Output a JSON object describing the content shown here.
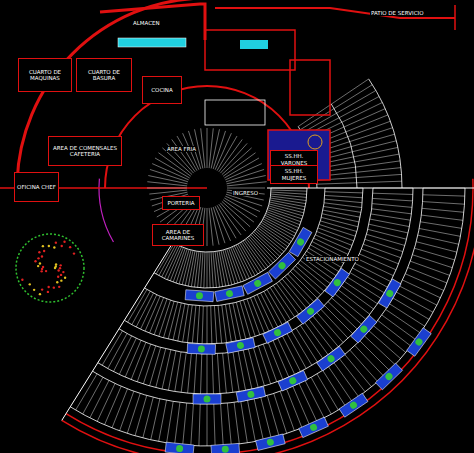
{
  "diagram": {
    "nodes": [
      {
        "text": [
          "CUARTO DE MAQUINAS"
        ]
      },
      {
        "text": [
          "CUARTO DE BASURA"
        ]
      },
      {
        "text": [
          "COCINA"
        ]
      },
      {
        "text": [
          "AREA DE COMENSALES CAFETERIA"
        ]
      },
      {
        "text": [
          "OFICINA CHEF"
        ]
      },
      {
        "text": [
          "SS.HH. VARONES"
        ]
      },
      {
        "text": [
          "SS.HH. MUJERES"
        ]
      },
      {
        "text": [
          "PORTERIA"
        ]
      },
      {
        "text": [
          "AREA DE CAMARINES"
        ]
      }
    ],
    "edges": [],
    "labels": [
      "ALMACEN",
      "PATIO DE SERVICIO",
      "AREA FRIA",
      "ESTACIONAMIENTO",
      "INGRESO"
    ]
  }
}
